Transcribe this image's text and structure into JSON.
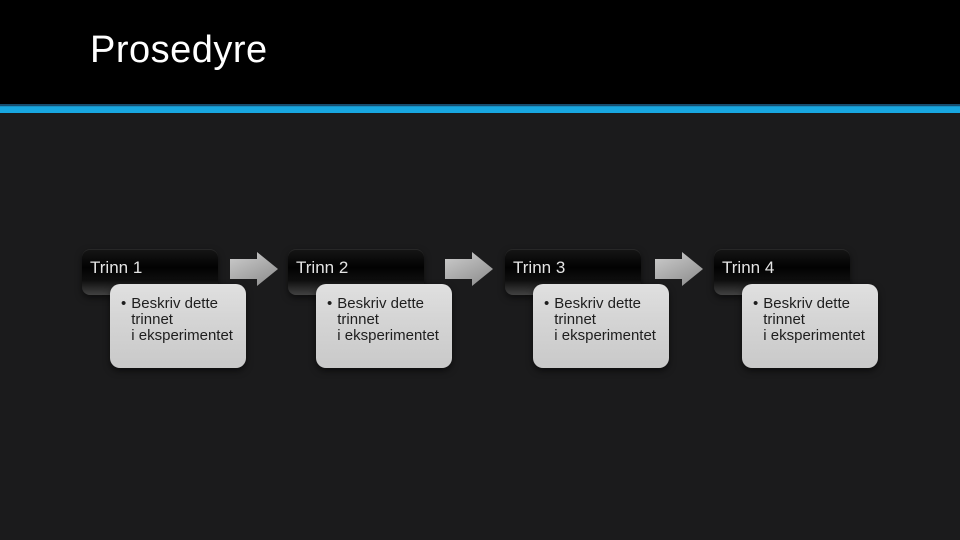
{
  "slide": {
    "title": "Prosedyre",
    "colors": {
      "accent": "#18a7e0",
      "accent_dark_edge": "#174e70",
      "title_band": "#000000",
      "body_background": "#1b1b1c",
      "step_header_fill": "#0a0a0a",
      "step_header_text": "#e4e4e4",
      "step_body_fill": "#d4d4d4",
      "step_body_text": "#1e1e1e",
      "arrow_fill": "#b5b5b5"
    }
  },
  "process": {
    "steps": [
      {
        "label": "Trinn 1",
        "bullet": "•",
        "lines": [
          "Beskriv dette",
          "trinnet",
          "i eksperimentet"
        ]
      },
      {
        "label": "Trinn 2",
        "bullet": "•",
        "lines": [
          "Beskriv dette",
          "trinnet",
          "i eksperimentet"
        ]
      },
      {
        "label": "Trinn 3",
        "bullet": "•",
        "lines": [
          "Beskriv dette",
          "trinnet",
          "i eksperimentet"
        ]
      },
      {
        "label": "Trinn 4",
        "bullet": "•",
        "lines": [
          "Beskriv dette",
          "trinnet",
          "i eksperimentet"
        ]
      }
    ],
    "arrow_icon": "right-arrow"
  }
}
